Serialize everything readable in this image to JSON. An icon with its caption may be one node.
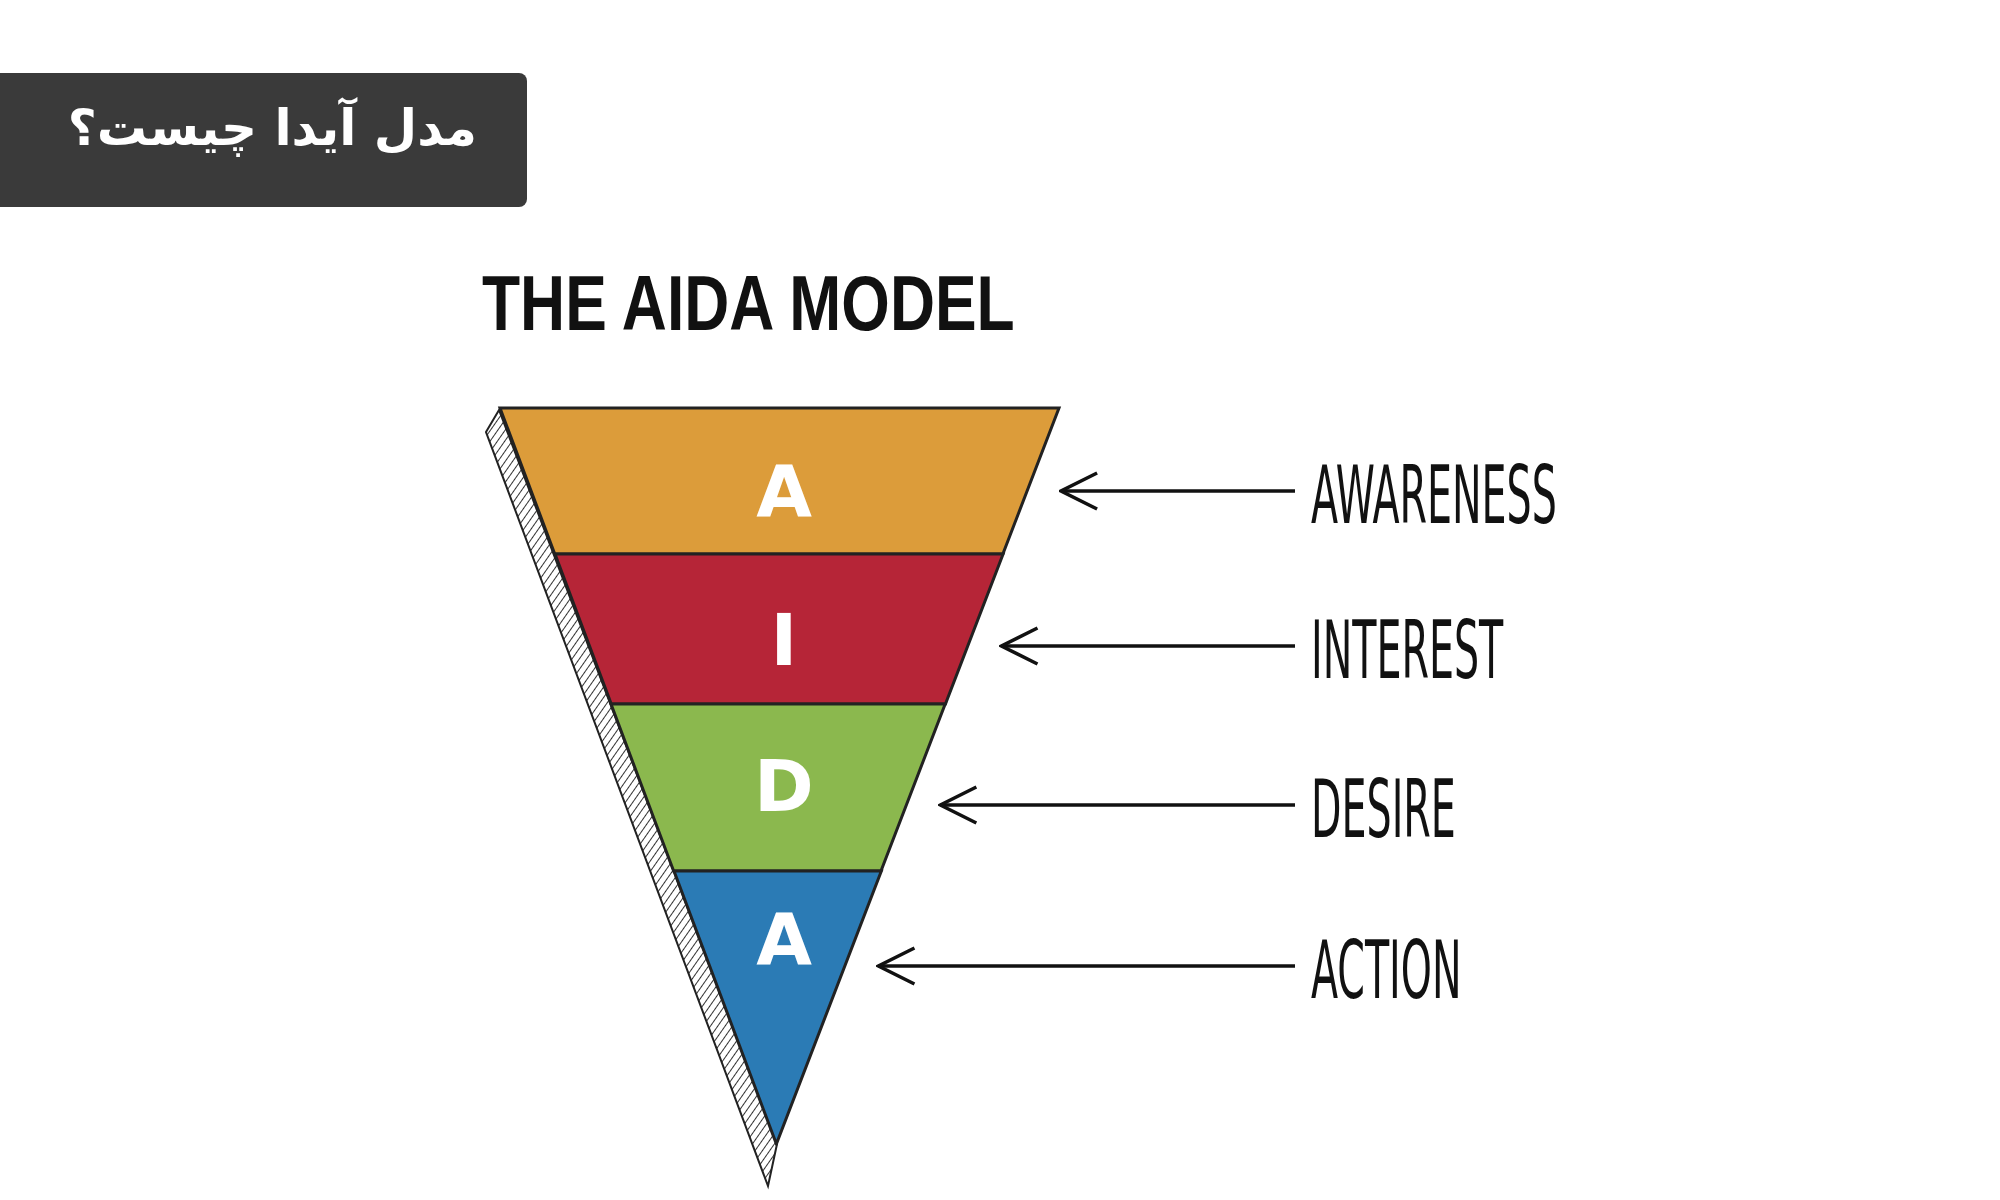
{
  "diagram": {
    "title": "THE AIDA MODEL",
    "nodes": [
      {
        "text": [
          "مدل آیدا چیست؟"
        ]
      },
      {
        "text": [
          "A"
        ]
      },
      {
        "text": [
          "I"
        ]
      },
      {
        "text": [
          "D"
        ]
      },
      {
        "text": [
          "A"
        ]
      },
      {
        "text": [
          "AWARENESS"
        ]
      },
      {
        "text": [
          "INTEREST"
        ]
      },
      {
        "text": [
          "DESIRE"
        ]
      },
      {
        "text": [
          "ACTION"
        ]
      }
    ],
    "edges": [
      {
        "from": 5,
        "to": 1,
        "arrow": "to"
      },
      {
        "from": 6,
        "to": 2,
        "arrow": "to"
      },
      {
        "from": 7,
        "to": 3,
        "arrow": "to"
      },
      {
        "from": 8,
        "to": 4,
        "arrow": "to"
      }
    ]
  }
}
